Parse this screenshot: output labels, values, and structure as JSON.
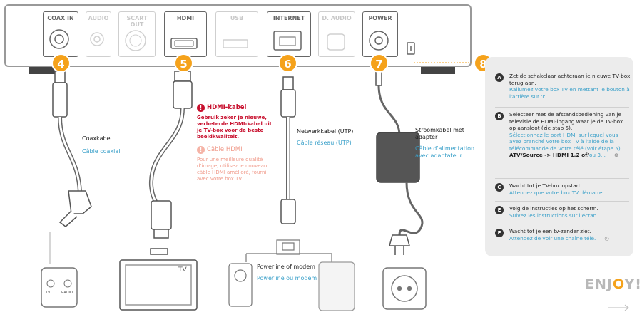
{
  "device": {
    "ports": [
      {
        "id": "coax",
        "label": "COAX IN",
        "active": true,
        "number": "4"
      },
      {
        "id": "audio",
        "label": "AUDIO",
        "active": false
      },
      {
        "id": "scart",
        "label": "SCART OUT",
        "active": false
      },
      {
        "id": "hdmi",
        "label": "HDMI",
        "active": true,
        "number": "5"
      },
      {
        "id": "usb",
        "label": "USB",
        "active": false
      },
      {
        "id": "internet",
        "label": "INTERNET",
        "active": true,
        "number": "6"
      },
      {
        "id": "daudio",
        "label": "D. AUDIO",
        "active": false
      },
      {
        "id": "power",
        "label": "POWER",
        "active": true,
        "number": "7"
      }
    ],
    "switch_number": "8"
  },
  "cables": {
    "coax": {
      "nl": "Coaxkabel",
      "fr": "Câble coaxial"
    },
    "hdmi_warning": {
      "icon": "!",
      "title_nl": "HDMI-kabel",
      "text_nl": "Gebruik zeker je nieuwe, verbeterde HDMI-kabel uit je TV-box voor de beste beeldkwaliteit.",
      "title_fr": "Câble HDMI",
      "text_fr": "Pour une meilleure qualité d'image, utilisez le nouveau câble HDMI amélioré, fourni avec votre box TV."
    },
    "network": {
      "nl": "Netwerkkabel (UTP)",
      "fr": "Câble réseau (UTP)"
    },
    "power": {
      "nl": "Stroomkabel met adapter",
      "fr": "Câble d'alimentation avec adaptateur"
    },
    "powerline": {
      "nl": "Powerline of modem",
      "fr": "Powerline ou modem"
    }
  },
  "tv_label": "TV",
  "wall_socket": {
    "tv": "TV",
    "radio": "RADIO"
  },
  "steps": [
    {
      "letter": "A",
      "nl": "Zet de schakelaar achteraan je nieuwe TV-box terug aan.",
      "fr": "Rallumez votre box TV en mettant le bouton à l'arrière sur 'I'."
    },
    {
      "letter": "B",
      "nl": "Selecteer met de afstandsbediening van je televisie de HDMI-ingang waar je de TV-box op aansloot (zie stap 5).",
      "fr": "Sélectionnez le port HDMI sur lequel vous avez branché votre box TV à l'aide de la télécommande de votre télé (voir étape 5).",
      "extra_nl": "ATV/Source -> HDMI 1,2 of/",
      "extra_fr": "ou 3..."
    },
    {
      "letter": "C",
      "nl": "Wacht tot je TV-box opstart.",
      "fr": "Attendez que votre box TV démarre."
    },
    {
      "letter": "E",
      "nl": "Volg de instructies op het scherm.",
      "fr": "Suivez les instructions sur l'écran."
    },
    {
      "letter": "F",
      "nl": "Wacht tot je een tv-zender ziet.",
      "fr": "Attendez de voir une chaîne télé."
    }
  ],
  "enjoy": {
    "pre": "ENJ",
    "o": "O",
    "post": "Y!"
  },
  "colors": {
    "accent": "#f5a21b",
    "warning": "#c8102e",
    "french": "#3aa0c9",
    "panel": "#ececec"
  }
}
